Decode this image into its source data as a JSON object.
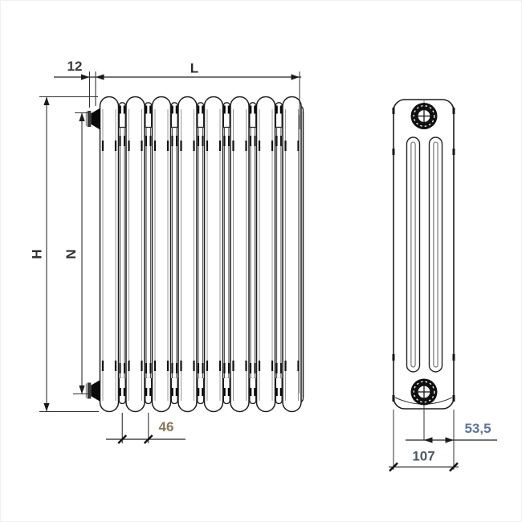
{
  "drawing": {
    "background": "#ffffff",
    "line_color": "#1e1e1e",
    "dimension_labels": {
      "offset_top": "12",
      "length": "L",
      "height": "H",
      "axis_distance": "N",
      "section_pitch": "46",
      "connection_offset": "53,5",
      "depth": "107"
    },
    "label_colors": {
      "offset_top": "#3a3a38",
      "length": "#28292b",
      "height": "#2e3134",
      "axis_distance": "#2e3134",
      "section_pitch": "#85795c",
      "connection_offset": "#5f7596",
      "depth": "#4d5663"
    }
  }
}
